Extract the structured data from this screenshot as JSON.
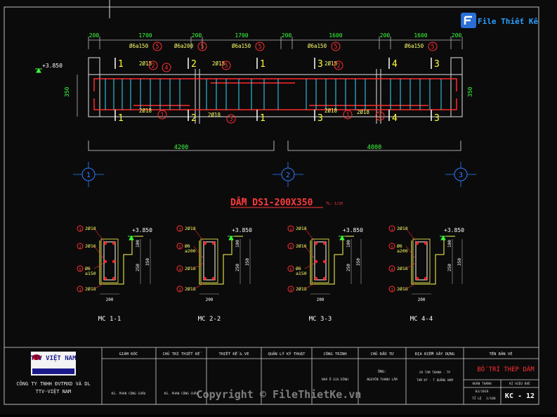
{
  "watermark_logo": {
    "text": "File Thiết Kế.vn"
  },
  "plan": {
    "dims_top": [
      "200",
      "1700",
      "200",
      "1700",
      "200",
      "1600",
      "200",
      "1600",
      "200"
    ],
    "dims_bottom": [
      "4200",
      "4000"
    ],
    "axes": [
      "1",
      "2",
      "3"
    ],
    "height_dim": "350",
    "level": "+3.850",
    "stirrup_labels": [
      "Ø6a150",
      "Ø6a200",
      "Ø6a150",
      "Ø6a150",
      "Ø6a150"
    ],
    "stirrup_mark": "5",
    "bar_labels_top": [
      {
        "t": "2Ø18",
        "m": "2"
      },
      {
        "t": "2Ø18",
        "m": "5"
      },
      {
        "t": "2Ø18",
        "m": "2"
      }
    ],
    "bar_labels_bottom": [
      {
        "t": "2Ø18",
        "m": "1"
      },
      {
        "t": "2Ø18",
        "m": "3"
      },
      {
        "t": "2Ø18",
        "m": "1"
      },
      {
        "t": "2Ø18",
        "m": "3"
      }
    ],
    "extra_mark": "4",
    "section_marks": [
      "1",
      "2",
      "1",
      "3",
      "4",
      "3"
    ]
  },
  "beam_title": "DẦM DS1-200X350",
  "beam_title_sub": "TL: 1/20",
  "sections": [
    {
      "name": "MC 1-1",
      "labels": [
        "2Ø18",
        "2Ø16",
        "Ø6\na150",
        "2Ø18"
      ],
      "marks": [
        "1",
        "2",
        "5",
        "1"
      ],
      "level": "+3.850",
      "dims": [
        "100",
        "250",
        "350"
      ],
      "width": "200"
    },
    {
      "name": "MC 2-2",
      "labels": [
        "2Ø18",
        "Ø6\na200",
        "2Ø16",
        "2Ø18"
      ],
      "marks": [
        "1",
        "5",
        "4",
        "2"
      ],
      "level": "+3.850",
      "dims": [
        "100",
        "250",
        "350"
      ],
      "width": "200"
    },
    {
      "name": "MC 3-3",
      "labels": [
        "2Ø18",
        "2Ø16",
        "Ø6\na150",
        "2Ø18"
      ],
      "marks": [
        "1",
        "2",
        "5",
        "3"
      ],
      "level": "+3.850",
      "dims": [
        "100",
        "250",
        "350"
      ],
      "width": "200"
    },
    {
      "name": "MC 4-4",
      "labels": [
        "2Ø18",
        "Ø6\na200",
        "2Ø16",
        "2Ø18"
      ],
      "marks": [
        "1",
        "5",
        "4",
        "3"
      ],
      "level": "+3.850",
      "dims": [
        "100",
        "250",
        "350"
      ],
      "width": "200"
    }
  ],
  "title_block": {
    "company_logo": "TTV VIỆT NAM",
    "company": "CÔNG TY TNHH ĐVTMXD VÀ DL",
    "company2": "TTV-VIỆT NAM",
    "headers": [
      "GIÁM ĐỐC",
      "CHỦ TRÌ THIẾT KẾ",
      "THIẾT KẾ & VẼ",
      "QUẢN LÝ KỸ THUẬT",
      "CÔNG TRÌNH",
      "CHỦ ĐẦU TƯ",
      "ĐỊA ĐIỂM XÂY DỰNG",
      "TÊN BẢN VẼ"
    ],
    "director": "KS. PHAN CÔNG CHÂU",
    "chief": "KS. PHAN CÔNG CHÂU",
    "project": "NHÀ Ở GIA ĐÌNH",
    "owner_label": "ÔNG:",
    "owner": "NGUYỄN THANH LÂM",
    "location": "XÃ TAM THANH - TP TAM KỲ - T QUẢNG NAM",
    "drawing_name": "BỐ TRÍ THÉP DẦM",
    "meta_labels": [
      "HOÀN THÀNH",
      "KÍ HIỆU BVẼ"
    ],
    "date": "03/2018",
    "scale_label": "TỈ LỆ",
    "scale": "1/100",
    "code": "KC - 12"
  },
  "footer_watermark": "Copyright © FileThietKe.vn"
}
